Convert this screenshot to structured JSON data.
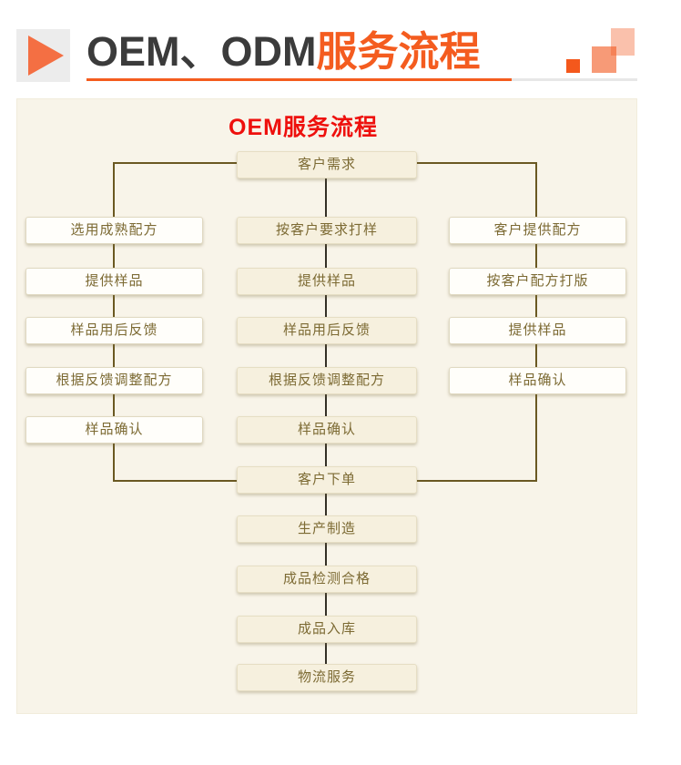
{
  "header": {
    "title_primary": "OEM、ODM",
    "title_accent": "服务流程",
    "accent_color": "#f45c1f",
    "play_icon": "play-triangle"
  },
  "panel": {
    "title": "OEM服务流程",
    "title_color": "#ee100d",
    "background_color": "#f8f4e9"
  },
  "flow": {
    "root": "客户需求",
    "left_branch": [
      "选用成熟配方",
      "提供样品",
      "样品用后反馈",
      "根据反馈调整配方",
      "样品确认"
    ],
    "middle_branch": [
      "按客户要求打样",
      "提供样品",
      "样品用后反馈",
      "根据反馈调整配方",
      "样品确认"
    ],
    "right_branch": [
      "客户提供配方",
      "按客户配方打版",
      "提供样品",
      "样品确认"
    ],
    "merge_steps": [
      "客户下单",
      "生产制造",
      "成品检测合格",
      "成品入库",
      "物流服务"
    ],
    "bracket_line_color": "#6a5822",
    "spine_line_color": "#332f26",
    "node_text_color": "#7c6a33"
  }
}
